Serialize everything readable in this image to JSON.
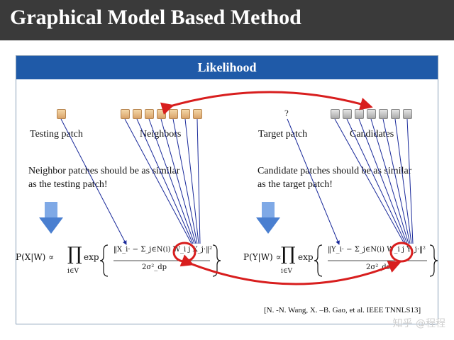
{
  "slide": {
    "title": "Graphical Model Based Method",
    "section_title": "Likelihood"
  },
  "left": {
    "testing_label": "Testing patch",
    "neighbors_label": "Neighbors",
    "description_line1": "Neighbor patches should be as similar",
    "description_line2": "as the testing patch!",
    "formula_lhs": "P(X|W) ∝",
    "formula_prod": "∏",
    "formula_prod_sub": "i∈V",
    "formula_exp": "exp",
    "formula_numerator": "‖X_i· − Σ_j∈N(i) W_i j X_j·‖²",
    "formula_denominator": "2σ²_dp"
  },
  "right": {
    "question_mark": "?",
    "target_label": "Target patch",
    "candidates_label": "Candidates",
    "description_line1": "Candidate patches should be as similar",
    "description_line2": "as the target patch!",
    "formula_lhs": "P(Y|W) ∝",
    "formula_prod": "∏",
    "formula_prod_sub": "i∈V",
    "formula_exp": "exp",
    "formula_numerator": "‖Y_i· − Σ_j∈N(i) W_i j Y_j·‖²",
    "formula_denominator": "2σ²_ds"
  },
  "citation": "[N. -N. Wang, X. –B. Gao, et al. IEEE TNNLS13]",
  "watermark": "知乎 @程程",
  "colors": {
    "title_bar": "#3a3a3a",
    "section_header": "#1f5aa8",
    "arrow_lines": "#1a2a9a",
    "highlight_red": "#d81e1e",
    "down_arrow": "#5b8fd8"
  }
}
